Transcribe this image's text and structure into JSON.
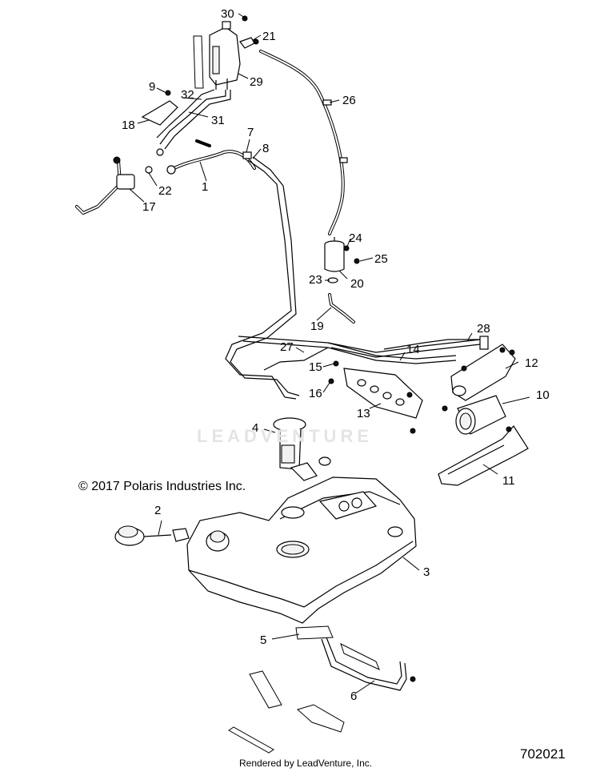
{
  "callouts": [
    {
      "id": "1",
      "label": "1"
    },
    {
      "id": "2",
      "label": "2"
    },
    {
      "id": "3",
      "label": "3"
    },
    {
      "id": "4",
      "label": "4"
    },
    {
      "id": "5",
      "label": "5"
    },
    {
      "id": "6",
      "label": "6"
    },
    {
      "id": "7",
      "label": "7"
    },
    {
      "id": "8",
      "label": "8"
    },
    {
      "id": "9",
      "label": "9"
    },
    {
      "id": "10",
      "label": "10"
    },
    {
      "id": "11",
      "label": "11"
    },
    {
      "id": "12",
      "label": "12"
    },
    {
      "id": "13",
      "label": "13"
    },
    {
      "id": "14",
      "label": "14"
    },
    {
      "id": "15",
      "label": "15"
    },
    {
      "id": "16",
      "label": "16"
    },
    {
      "id": "17",
      "label": "17"
    },
    {
      "id": "18",
      "label": "18"
    },
    {
      "id": "19",
      "label": "19"
    },
    {
      "id": "20",
      "label": "20"
    },
    {
      "id": "21",
      "label": "21"
    },
    {
      "id": "22",
      "label": "22"
    },
    {
      "id": "23",
      "label": "23"
    },
    {
      "id": "24",
      "label": "24"
    },
    {
      "id": "25",
      "label": "25"
    },
    {
      "id": "26",
      "label": "26"
    },
    {
      "id": "27",
      "label": "27"
    },
    {
      "id": "28",
      "label": "28"
    },
    {
      "id": "29",
      "label": "29"
    },
    {
      "id": "30",
      "label": "30"
    },
    {
      "id": "31",
      "label": "31"
    },
    {
      "id": "32",
      "label": "32"
    }
  ],
  "copyright": "© 2017 Polaris Industries Inc.",
  "watermark": "LEADVENTURE",
  "rendered_by": "Rendered by LeadVenture, Inc.",
  "diagram_number": "702021"
}
